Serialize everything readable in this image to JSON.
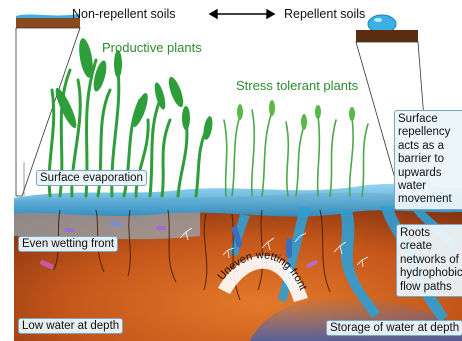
{
  "header": {
    "left_label": "Non-repellent soils",
    "right_label": "Repellent soils"
  },
  "plant_labels": {
    "productive": "Productive plants",
    "stress_tolerant": "Stress tolerant plants"
  },
  "callouts": {
    "surface_evaporation": "Surface evaporation",
    "even_wetting_front": "Even wetting front",
    "low_water_at_depth": "Low water at depth",
    "uneven_wetting_front": "Uneven wetting front",
    "storage_of_water": "Storage of water at depth",
    "surface_repellency": [
      "Surface",
      "repellency",
      "acts as a",
      "barrier to",
      "upwards",
      "water",
      "movement"
    ],
    "roots_networks": [
      "Roots",
      "create",
      "networks of",
      "hydrophobic",
      "flow paths"
    ]
  },
  "colors": {
    "plant_green": "#2e9e3a",
    "water_blue": "#3aa6d8",
    "soil_orange": "#d56a22",
    "soil_dark": "#6b2a0e",
    "label_green": "#2e8b2e"
  }
}
